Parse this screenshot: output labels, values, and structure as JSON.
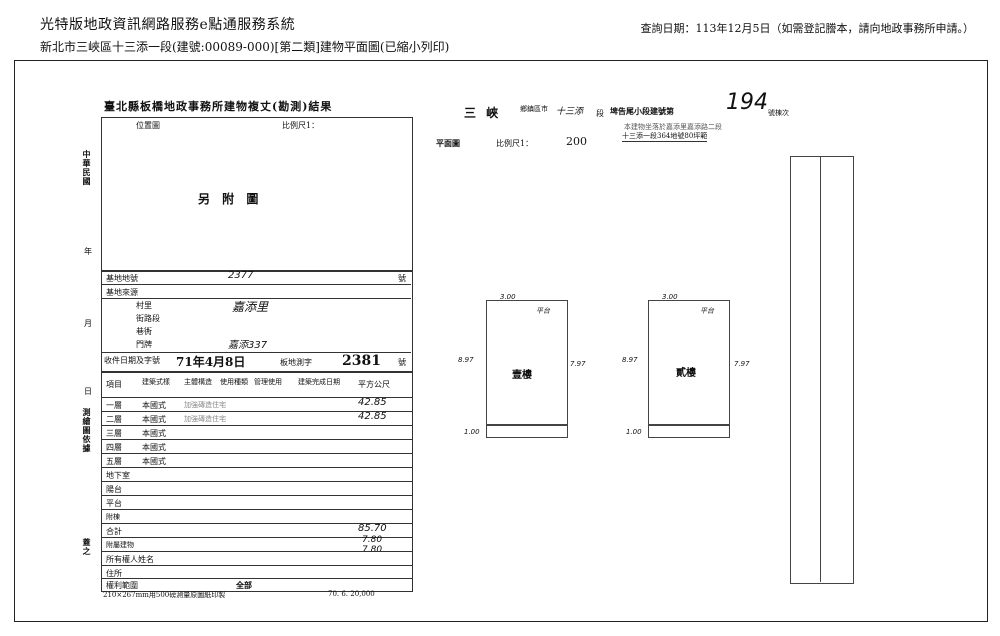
{
  "header": {
    "system_title": "光特版地政資訊網路服務e點通服務系統",
    "address_line": "新北市三峽區十三添一段(建號:00089-000)[第二類]建物平面圖(已縮小列印)",
    "query_date": "查詢日期：113年12月5日（如需登記謄本，請向地政事務所申請。）"
  },
  "doc": {
    "form_title": "臺北縣板橋地政事務所建物複丈(勘測)結果",
    "location_map": "位置圖",
    "scale1": "比例尺1：",
    "see_attached": "另  附  圖",
    "era": "中華民國",
    "year": "年",
    "month": "月",
    "day": "日",
    "surveyor": "測繪圖依據",
    "seal": "蓋之",
    "land_number_label": "基地地號",
    "land_number_value": "2377",
    "hao": "號",
    "land_source": "基地來源",
    "village": "村里",
    "village_value": "嘉添里",
    "street": "街路段",
    "alley": "巷衖",
    "door": "門牌",
    "door_value": "嘉添337",
    "receipt_label": "收件日期及字號",
    "receipt_date": "71年4月8日",
    "receipt_no_label": "板地測字",
    "receipt_no": "2381",
    "col_item": "項目",
    "col_struct": "建築式樣",
    "col_main": "主體構造",
    "col_use": "使用種類",
    "col_mgmt": "管理使用",
    "col_date": "建築完成日期",
    "col_area": "平方公尺",
    "floors": [
      "一層",
      "二層",
      "三層",
      "四層",
      "五層",
      "地下室",
      "陽台",
      "平台",
      "附棟"
    ],
    "floor_struct": "本國式",
    "floor1_use": "加強磚造住宅",
    "floor2_use": "加強磚造住宅",
    "floor1_area": "42.85",
    "floor2_area": "42.85",
    "total_label": "合計",
    "total_area": "85.70",
    "annex_label": "附屬建物",
    "annex_area1": "7.80",
    "annex_area2": "7.80",
    "owner_label": "所有權人姓名",
    "addr_label": "住所",
    "rights_label": "權利範圍",
    "rights_value": "全部",
    "footer_left": "210×267mm用500磅測量原圖紙印製",
    "footer_right": "70. 6. 20,000",
    "sanxia": "三  峽",
    "township": "鄉鎮區市",
    "section": "十三添",
    "subsection_label": "段",
    "subsection": "埤告尾小段建號第",
    "building_no": "194",
    "building_suffix": "號棟次",
    "note1": "本建物坐落於嘉添里嘉添路二段",
    "note2": "十三添一段364地號80坪範",
    "plan_label": "平面圖",
    "scale2": "比例尺1：",
    "scale2_value": "200",
    "floor1_name": "壹樓",
    "floor2_name": "貳樓",
    "balcony": "平台",
    "dim_897": "8.97",
    "dim_797": "7.97",
    "dim_300": "3.00",
    "dim_100": "1.00"
  }
}
